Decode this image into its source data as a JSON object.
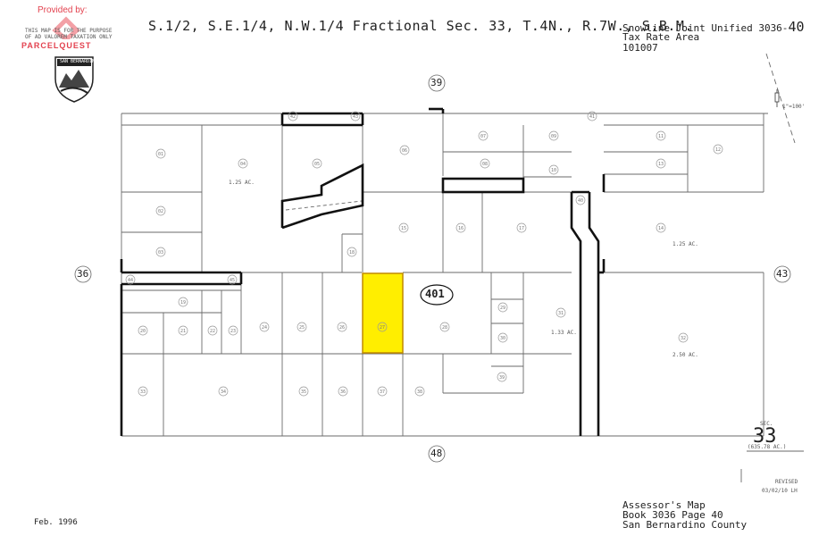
{
  "provider": {
    "provided_by": "Provided by:",
    "disclaimer_1": "THIS MAP IS FOR THE PURPOSE",
    "disclaimer_2": "OF AD VALOREM TAXATION ONLY",
    "brand": "PARCELQUEST"
  },
  "header": {
    "title": "S.1/2, S.E.1/4, N.W.1/4 Fractional Sec. 33, T.4N., R.7W., S.B.M.",
    "district_name": "Snowline Joint Unified 3036-",
    "district_code": "40",
    "tax_rate_label": "Tax Rate Area",
    "tax_rate_value": "101007"
  },
  "seal_text": "SAN BERNARDINO",
  "scale_label": "1\"=100'",
  "adjacent_pages": {
    "top": "39",
    "left": "36",
    "right": "43",
    "bottom": "48"
  },
  "road": "401",
  "parcels": [
    "01",
    "02",
    "03",
    "04",
    "05",
    "06",
    "07",
    "08",
    "09",
    "10",
    "11",
    "12",
    "13",
    "14",
    "15",
    "16",
    "17",
    "18",
    "19",
    "20",
    "21",
    "22",
    "23",
    "24",
    "25",
    "26",
    "27",
    "28",
    "29",
    "30",
    "31",
    "32",
    "33",
    "34",
    "35",
    "36",
    "37",
    "38",
    "39",
    "40",
    "41",
    "42",
    "43",
    "44",
    "45"
  ],
  "acreage": {
    "a1": "1.25 AC.",
    "a2": "1.25 AC.",
    "a3": "1.33 AC.",
    "a4": "2.50 AC."
  },
  "section": {
    "label": "SEC.",
    "number": "33",
    "acres": "(635.78 AC.)"
  },
  "revised": {
    "label": "REVISED",
    "date": "03/02/10 LH"
  },
  "footer": {
    "date": "Feb. 1996",
    "map_title": "Assessor's Map",
    "book": "Book 3036 Page 40",
    "county": "San Bernardino County"
  },
  "colors": {
    "highlight": "#ffee00",
    "highlight_border": "#c08a00",
    "line": "#555555",
    "heavy": "#111111",
    "brand": "#e3424f"
  }
}
